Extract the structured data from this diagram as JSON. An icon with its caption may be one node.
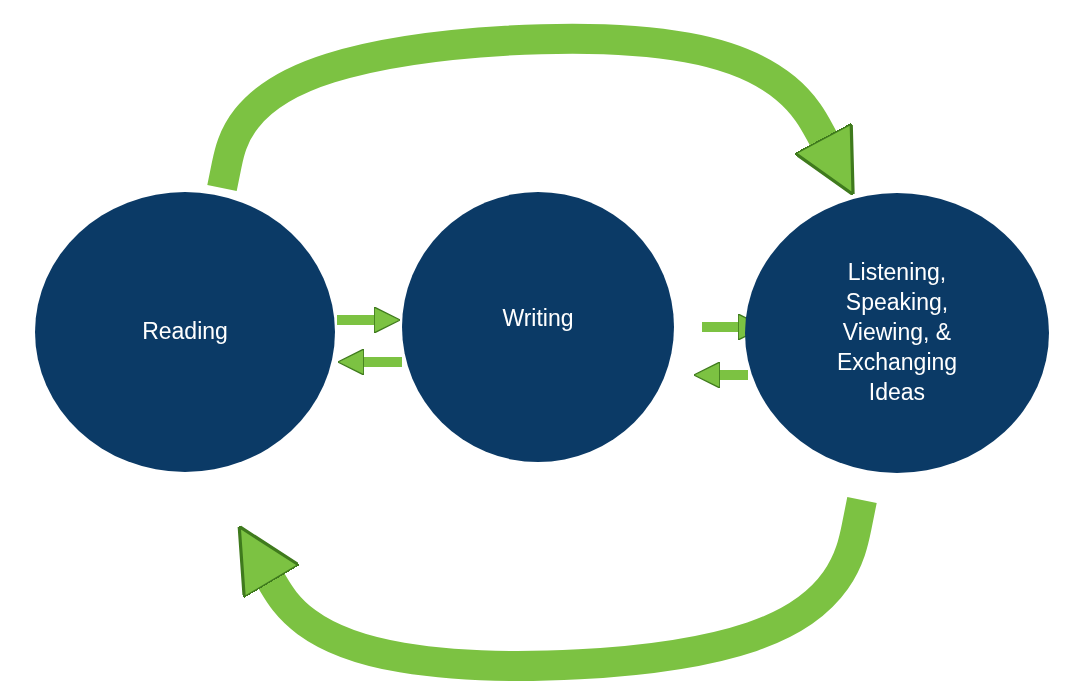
{
  "diagram": {
    "nodes": [
      {
        "text": [
          "Reading"
        ]
      },
      {
        "text": [
          "Writing"
        ]
      },
      {
        "text": [
          "Listening, Speaking, Viewing, & Exchanging Ideas"
        ]
      }
    ],
    "edges": [
      {
        "from": 0,
        "to": 2,
        "arrow": "to",
        "style": "thick"
      },
      {
        "from": 2,
        "to": 0,
        "arrow": "to",
        "style": "thick"
      },
      {
        "from": 0,
        "to": 1,
        "arrow": "to"
      },
      {
        "from": 1,
        "to": 0,
        "arrow": "to"
      },
      {
        "from": 1,
        "to": 2,
        "arrow": "to"
      },
      {
        "from": 2,
        "to": 1,
        "arrow": "to"
      }
    ]
  }
}
